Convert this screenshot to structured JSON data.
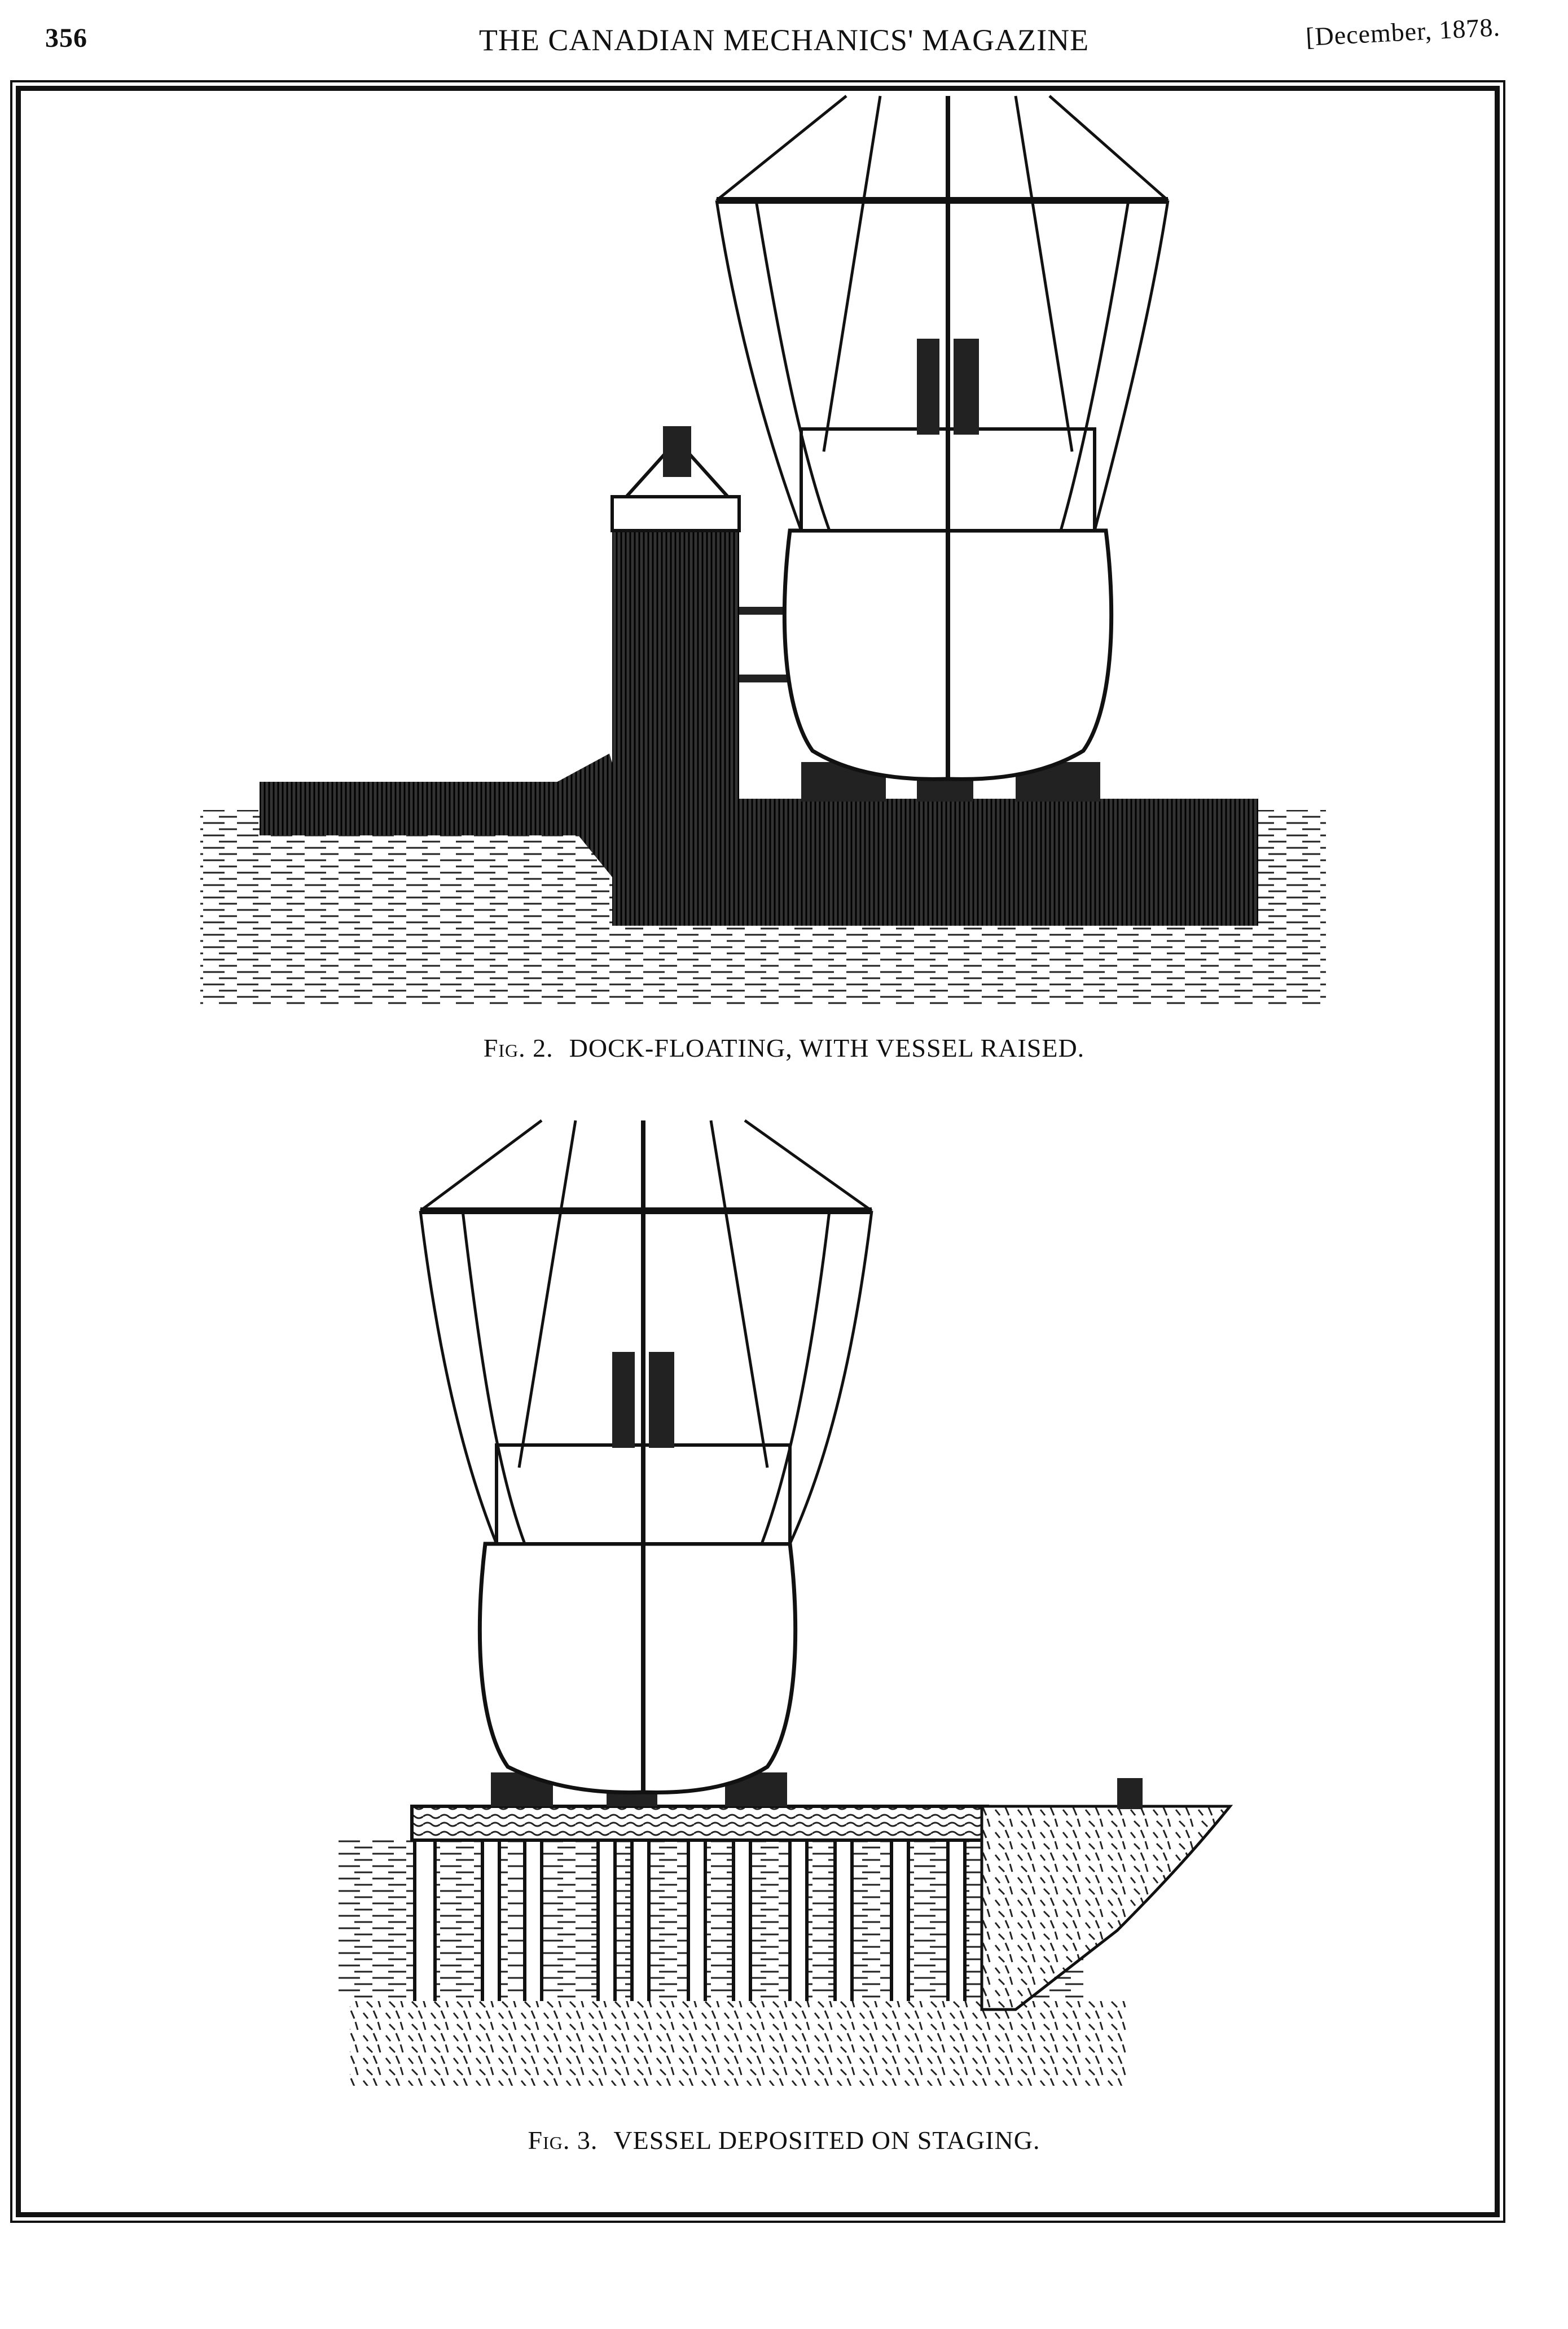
{
  "header": {
    "page_number": "356",
    "title": "THE CANADIAN MECHANICS' MAGAZINE",
    "date": "[December, 1878."
  },
  "figures": [
    {
      "label": "Fig. 2.",
      "caption": "DOCK-FLOATING, WITH VESSEL RAISED."
    },
    {
      "label": "Fig. 3.",
      "caption": "VESSEL DEPOSITED ON STAGING."
    }
  ],
  "colors": {
    "ink": "#111111",
    "paper": "#ffffff"
  }
}
